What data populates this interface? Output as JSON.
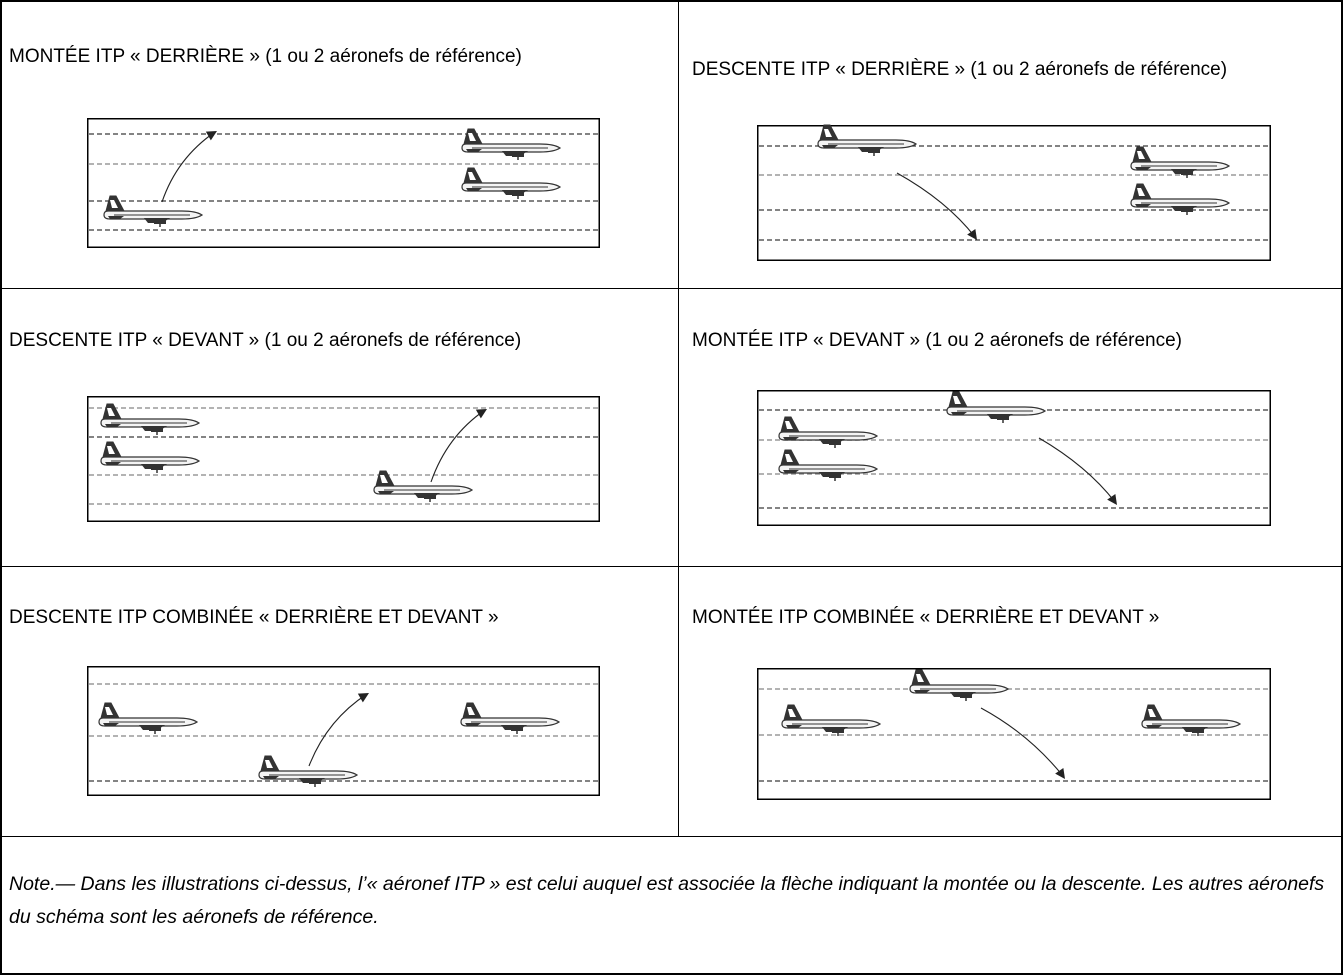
{
  "cells": [
    {
      "title": "MONTÉE ITP « DERRIÈRE » (1 ou 2 aéronefs de référence)"
    },
    {
      "title": "DESCENTE ITP « DERRIÈRE » (1 ou 2 aéronefs de référence)"
    },
    {
      "title": "DESCENTE ITP « DEVANT » (1 ou 2 aéronefs de référence)"
    },
    {
      "title": "MONTÉE ITP « DEVANT » (1 ou 2 aéronefs de référence)"
    },
    {
      "title": "DESCENTE ITP COMBINÉE « DERRIÈRE ET DEVANT »"
    },
    {
      "title": "MONTÉE ITP COMBINÉE « DERRIÈRE ET DEVANT »"
    }
  ],
  "note": "Note.— Dans les illustrations ci-dessus, l’« aéronef ITP » est celui auquel est associée la flèche indiquant la montée ou la descente. Les autres aéronefs du schéma sont les aéronefs de référence.",
  "colors": {
    "line_dark": "#3a3a3a",
    "line_light": "#9a9a9a",
    "aircraft": "#333333"
  }
}
